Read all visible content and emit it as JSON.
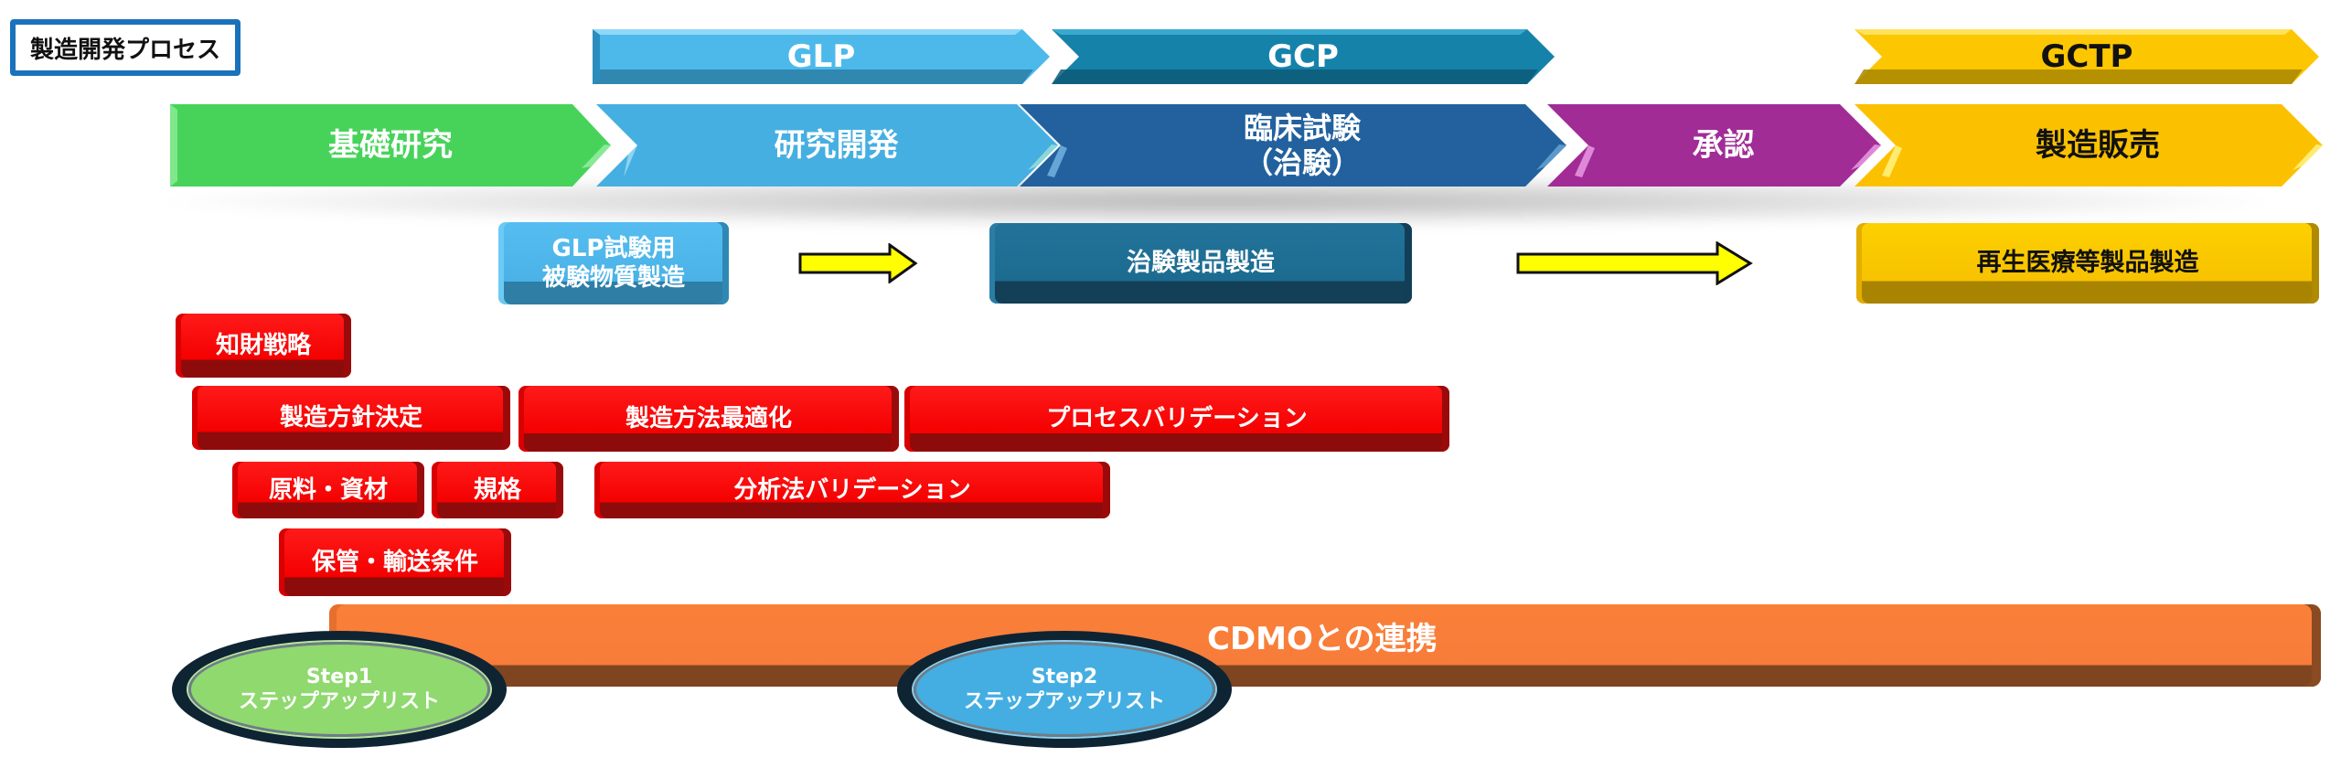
{
  "title": "製造開発プロセス",
  "colors": {
    "title_border": "#1a72bb",
    "glp": "#4db8e8",
    "gcp": "#1580a8",
    "gctp": "#fbc500",
    "basic_research": "#47d35a",
    "research_dev": "#45aee0",
    "clinical": "#22629e",
    "approval": "#a12c96",
    "manufacturing": "#fbc100",
    "red_task": "#ff0000",
    "cdmo": "#f97d3a",
    "step1": "#8fd96f",
    "step2": "#44aee3",
    "highlight_arrow": "#ffff00"
  },
  "regulations": [
    {
      "label": "GLP"
    },
    {
      "label": "GCP"
    },
    {
      "label": "GCTP"
    }
  ],
  "phases": [
    {
      "label": "基礎研究"
    },
    {
      "label": "研究開発"
    },
    {
      "label": "臨床試験",
      "label2": "（治験）"
    },
    {
      "label": "承認"
    },
    {
      "label": "製造販売"
    }
  ],
  "production": [
    {
      "label": "GLP試験用",
      "label2": "被験物質製造"
    },
    {
      "label": "治験製品製造"
    },
    {
      "label": "再生医療等製品製造"
    }
  ],
  "tasks": [
    {
      "label": "知財戦略"
    },
    {
      "label": "製造方針決定"
    },
    {
      "label": "製造方法最適化"
    },
    {
      "label": "プロセスバリデーション"
    },
    {
      "label": "原料・資材"
    },
    {
      "label": "規格"
    },
    {
      "label": "分析法バリデーション"
    },
    {
      "label": "保管・輸送条件"
    }
  ],
  "cdmo": {
    "label": "CDMOとの連携"
  },
  "steps": [
    {
      "label": "Step1",
      "sublabel": "ステップアップリスト"
    },
    {
      "label": "Step2",
      "sublabel": "ステップアップリスト"
    }
  ]
}
